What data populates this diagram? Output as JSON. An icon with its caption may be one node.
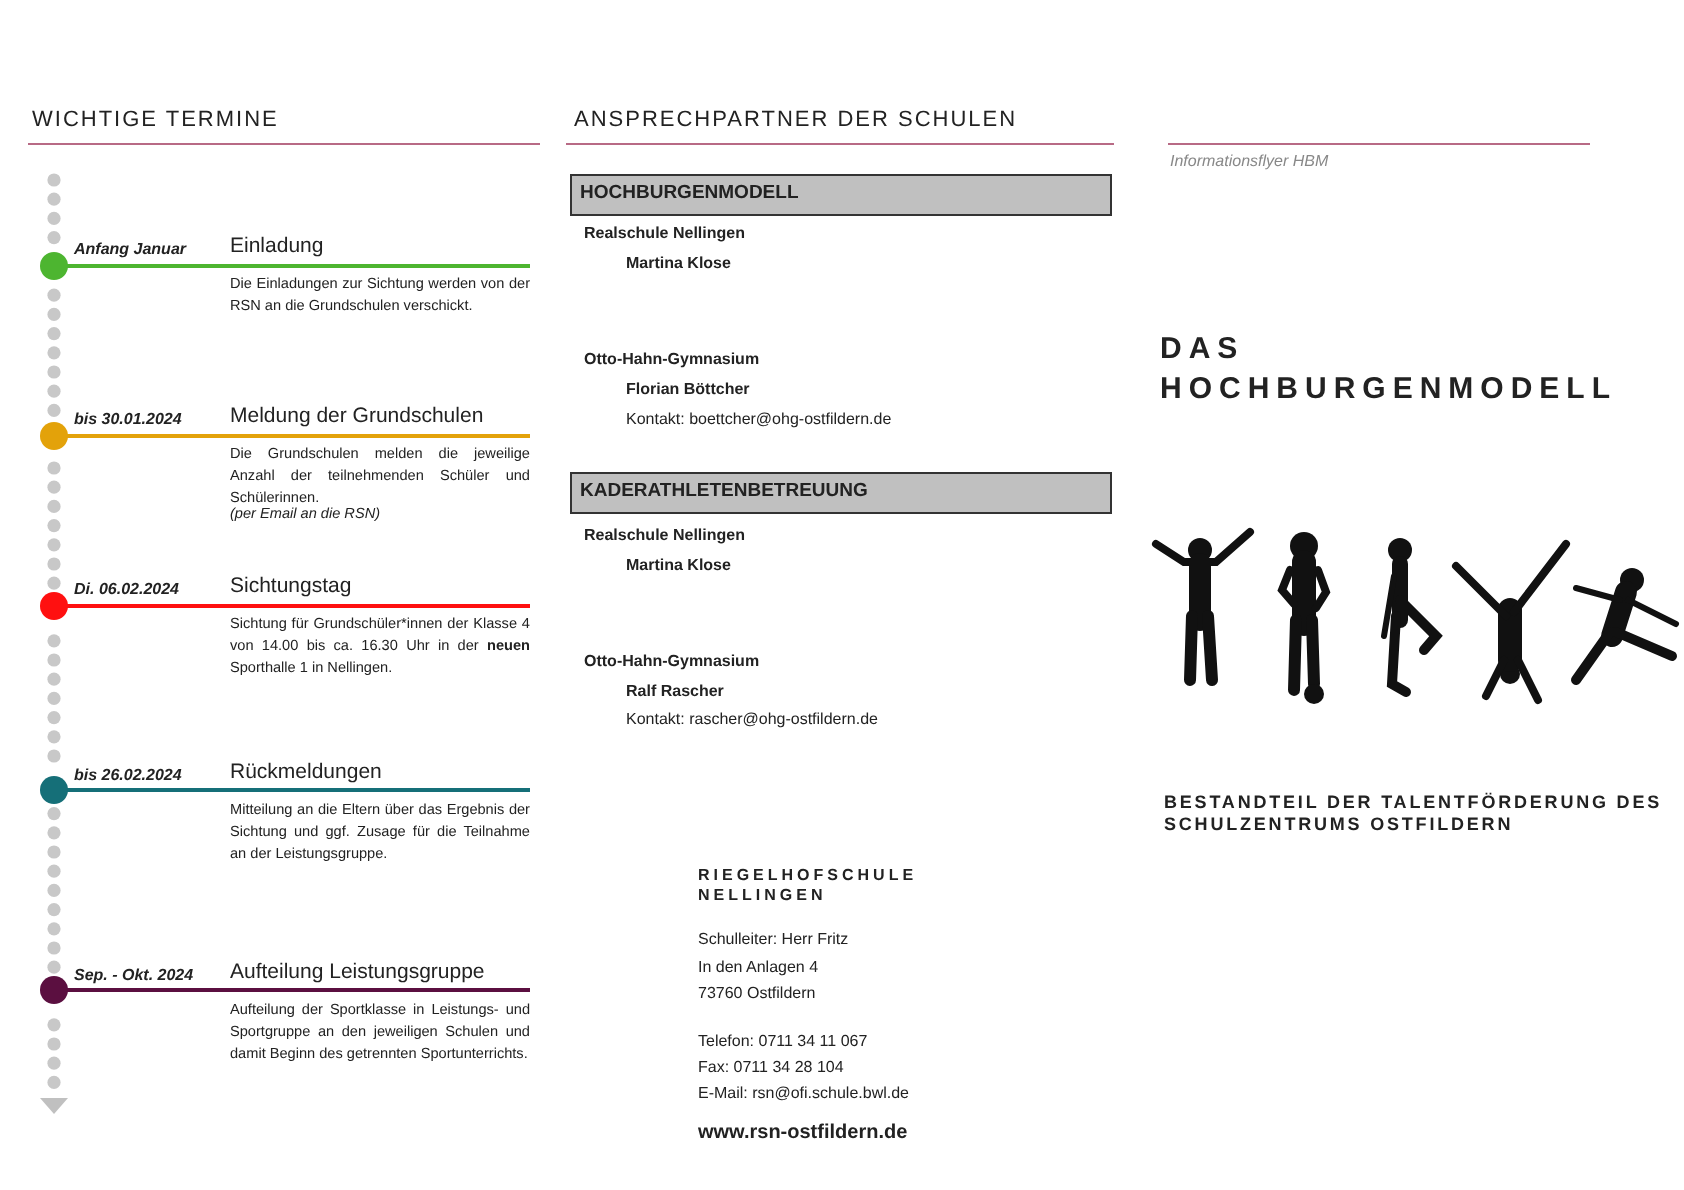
{
  "diagram": {
    "title": "DAS HOCHBURGENMODELL",
    "nodes": [
      {
        "text": [
          "HOCHBURGENMODELL"
        ]
      },
      {
        "text": [
          "KADERATHLETENBETREUUNG"
        ]
      }
    ],
    "labels": [
      "WICHTIGE TERMINE",
      "ANSPRECHPARTNER DER SCHULEN",
      "Informationsflyer HBM",
      "Anfang Januar",
      "Einladung",
      "Die Einladungen zur Sichtung werden von der RSN an die Grundschulen verschickt.",
      "bis 30.01.2024",
      "Meldung der Grundschulen",
      "Die Grundschulen melden die jeweilige Anzahl der teilnehmenden Schüler und Schülerinnen.",
      "(per Email an die RSN)",
      "Di. 06.02.2024",
      "Sichtungstag",
      "Sichtung für Grundschüler*innen der Klasse 4 von 14.00 bis ca. 16.30 Uhr in der **neuen** Sporthalle 1 in Nellingen.",
      "bis 26.02.2024",
      "Rückmeldungen",
      "Mitteilung an die Eltern über das Ergebnis der Sichtung und ggf. Zusage für die Teilnahme an der Leistungsgruppe.",
      "Sep. - Okt. 2024",
      "Aufteilung Leistungsgruppe",
      "Aufteilung der Sportklasse in Leistungs- und Sportgruppe an den jeweiligen Schulen und damit Beginn des getrennten Sportunterrichts.",
      "Realschule Nellingen",
      "Martina Klose",
      "Otto-Hahn-Gymnasium",
      "Florian Böttcher",
      "Kontakt: boettcher@ohg-ostfildern.de",
      "Realschule Nellingen",
      "Martina Klose",
      "Otto-Hahn-Gymnasium",
      "Ralf Rascher",
      "Kontakt: rascher@ohg-ostfildern.de",
      "RIEGELHOFSCHULE NELLINGEN",
      "Schulleiter: Herr Fritz",
      "In den Anlagen 4",
      "73760 Ostfildern",
      "Telefon: 0711 34 11 067",
      "Fax: 0711 34 28 104",
      "E-Mail: rsn@ofi.schule.bwl.de",
      "www.rsn-ostfildern.de",
      "BESTANDTEIL DER TALENTFÖRDERUNG DES SCHULZENTRUMS OSTFILDERN"
    ]
  }
}
